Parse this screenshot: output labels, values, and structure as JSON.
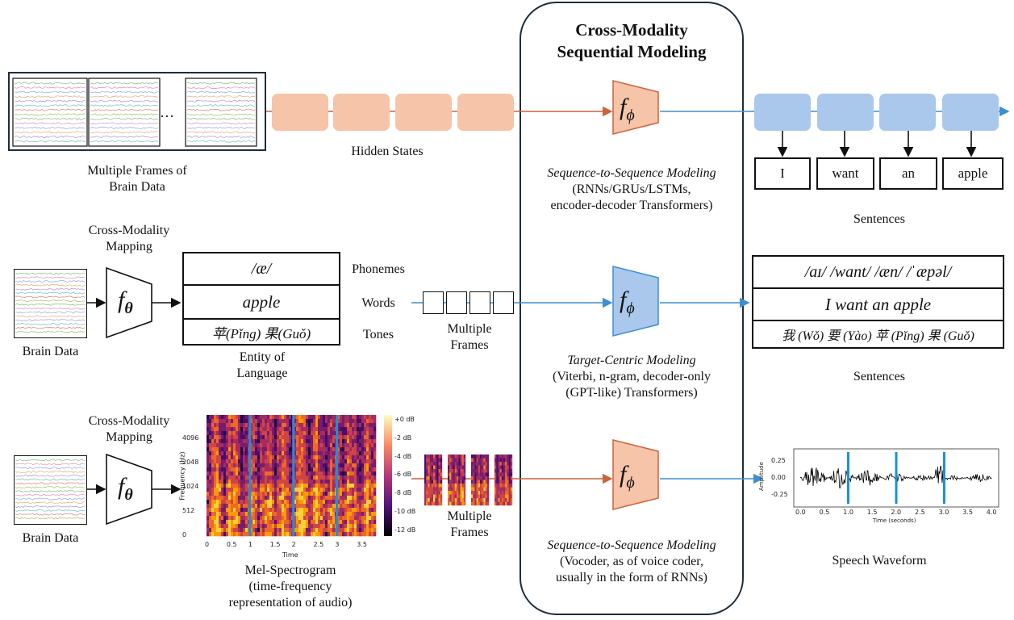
{
  "center": {
    "title_line1": "Cross-Modality",
    "title_line2": "Sequential Modeling",
    "row1": {
      "func": "f",
      "sub": "ϕ",
      "title": "Sequence-to-Sequence Modeling",
      "desc1": "(RNNs/GRUs/LSTMs,",
      "desc2": "encoder-decoder Transformers)"
    },
    "row2": {
      "func": "f",
      "sub": "ϕ",
      "title": "Target-Centric Modeling",
      "desc1": "(Viterbi, n-gram, decoder-only",
      "desc2": "(GPT-like) Transformers)"
    },
    "row3": {
      "func": "f",
      "sub": "ϕ",
      "title": "Sequence-to-Sequence Modeling",
      "desc1": "(Vocoder, as of voice coder,",
      "desc2": "usually in the form of RNNs)"
    }
  },
  "row1": {
    "ellipsis": "…",
    "frames_label1": "Multiple Frames of",
    "frames_label2": "Brain Data",
    "hidden_label": "Hidden States",
    "words": [
      "I",
      "want",
      "an",
      "apple"
    ],
    "sentences_label": "Sentences"
  },
  "row2": {
    "brain_label": "Brain Data",
    "mapping_label1": "Cross-Modality",
    "mapping_label2": "Mapping",
    "func": "f",
    "sub": "θ",
    "phoneme": "/æ/",
    "word": "apple",
    "tones": "苹(Pǐng) 果(Guǒ)",
    "tier_phonemes": "Phonemes",
    "tier_words": "Words",
    "tier_tones": "Tones",
    "entity_label1": "Entity of",
    "entity_label2": "Language",
    "multiple1": "Multiple",
    "multiple2": "Frames",
    "sentence_phonemes": "/aɪ/ /want/ /æn/ /ˈæpəl/",
    "sentence_words": "I want an apple",
    "sentence_tones": "我 (Wǒ) 要 (Yào) 苹 (Pǐng) 果 (Guǒ)",
    "sentences_label": "Sentences"
  },
  "row3": {
    "brain_label": "Brain Data",
    "mapping_label1": "Cross-Modality",
    "mapping_label2": "Mapping",
    "func": "f",
    "sub": "θ",
    "mel_label1": "Mel-Spectrogram",
    "mel_label2": "(time-frequency",
    "mel_label3": "representation of audio)",
    "mel_ylabel": "Frequency (Hz)",
    "mel_xlabel": "Time",
    "mel_yticks": [
      "4096",
      "2048",
      "1024",
      "512",
      "0"
    ],
    "mel_xticks": [
      "0",
      "0.5",
      "1",
      "1.5",
      "2",
      "2.5",
      "3",
      "3.5"
    ],
    "colorbar_ticks": [
      "+0 dB",
      "-2 dB",
      "-4 dB",
      "-6 dB",
      "-8 dB",
      "-10 dB",
      "-12 dB"
    ],
    "multiple1": "Multiple",
    "multiple2": "Frames",
    "wave_ylabel": "Amplitude",
    "wave_xlabel": "Time (seconds)",
    "wave_yticks": [
      "0.25",
      "0.00",
      "-0.25"
    ],
    "wave_xticks": [
      "0.0",
      "0.5",
      "1.0",
      "1.5",
      "2.0",
      "2.5",
      "3.0",
      "3.5",
      "4.0"
    ],
    "wave_label": "Speech Waveform"
  },
  "colors": {
    "orange_fill": "#f6c4a8",
    "orange_stroke": "#c8643c",
    "blue_fill": "#a9c8ec",
    "blue_stroke": "#3d8fd0",
    "marker_blue": "#1e90d6"
  }
}
